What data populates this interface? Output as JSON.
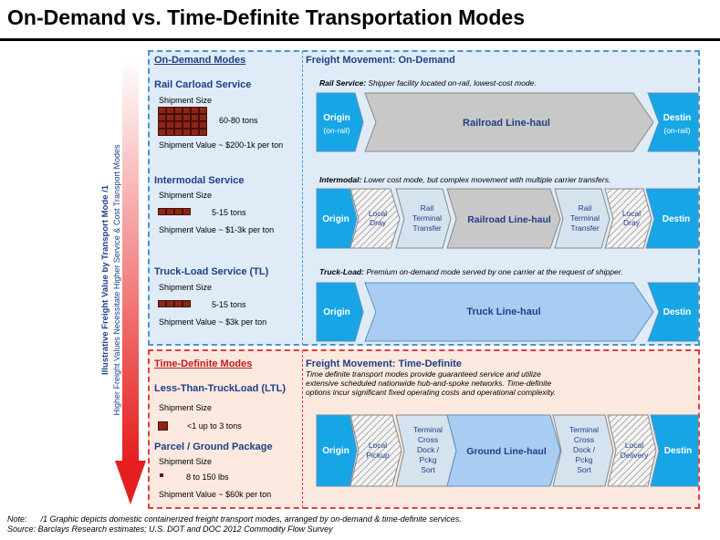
{
  "title": "On-Demand vs. Time-Definite Transportation Modes",
  "axis": {
    "line1": "Illustrative Freight Value by Transport Mode /1",
    "line2": "Higher Freight Values Necessitate Higher Service & Cost Transport Modes"
  },
  "on_demand": {
    "header": "On-Demand Modes",
    "movement_header": "Freight Movement: On-Demand",
    "services": [
      {
        "name": "Rail Carload Service",
        "size_label": "Shipment Size",
        "tons": "60-80 tons",
        "value": "Shipment Value ~ $200-1k per ton",
        "desc_bold": "Rail Service:",
        "desc_rest": " Shipper facility located on-rail, lowest-cost mode.",
        "flow": {
          "origin_line1": "Origin",
          "origin_line2": "(on-rail)",
          "main": "Railroad Line-haul",
          "dest_line1": "Destin",
          "dest_line2": "(on-rail)"
        }
      },
      {
        "name": "Intermodal Service",
        "size_label": "Shipment Size",
        "tons": "5-15 tons",
        "value": "Shipment Value ~ $1-3k per ton",
        "desc_bold": "Intermodal:",
        "desc_rest": " Lower cost mode, but complex movement with multiple carrier transfers.",
        "flow": {
          "origin": "Origin",
          "local1": [
            "Local",
            "Dray"
          ],
          "transfer1": [
            "Rail",
            "Terminal",
            "Transfer"
          ],
          "main": "Railroad Line-haul",
          "transfer2": [
            "Rail",
            "Terminal",
            "Transfer"
          ],
          "local2": [
            "Local",
            "Dray"
          ],
          "dest": "Destin"
        }
      },
      {
        "name": "Truck-Load Service (TL)",
        "size_label": "Shipment Size",
        "tons": "5-15 tons",
        "value": "Shipment Value ~ $3k per ton",
        "desc_bold": "Truck-Load:",
        "desc_rest": " Premium on-demand mode served by one carrier at the request of shipper.",
        "flow": {
          "origin": "Origin",
          "main": "Truck Line-haul",
          "dest": "Destin"
        }
      }
    ]
  },
  "time_definite": {
    "header": "Time-Definite Modes",
    "movement_header": "Freight Movement: Time-Definite",
    "desc_lines": [
      "Time definite transport modes provide guaranteed service and utilize",
      "extensive scheduled nationwide hub-and-spoke networks.  Time-definite",
      "options incur significant fixed operating costs and operational complexity."
    ],
    "ltl": {
      "name": "Less-Than-TruckLoad (LTL)",
      "size_label": "Shipment Size",
      "tons": "<1 up to 3 tons"
    },
    "parcel": {
      "name": "Parcel / Ground Package",
      "size_label": "Shipment Size",
      "lbs": "8 to 150 lbs",
      "value": "Shipment Value ~ $60k per ton"
    },
    "flow": {
      "origin": "Origin",
      "pickup": [
        "Local",
        "Pickup"
      ],
      "terminal1": [
        "Terminal",
        "Cross",
        "Dock /",
        "Pckg",
        "Sort"
      ],
      "main": "Ground Line-haul",
      "terminal2": [
        "Terminal",
        "Cross",
        "Dock /",
        "Pckg",
        "Sort"
      ],
      "delivery": [
        "Local",
        "Delivery"
      ],
      "dest": "Destin"
    }
  },
  "footnote": {
    "note_label": "Note:",
    "note_text": "/1 Graphic depicts domestic containerized freight transport modes, arranged by on-demand & time-definite services.",
    "source_label": "Source:",
    "source_text": " Barclays Research estimates; U.S. DOT and DOC 2012 Commodity Flow Survey"
  },
  "colors": {
    "endpoint": "#16a6e6",
    "rail_main": "#c8c8c8",
    "truck_main": "#a9cdf2",
    "transfer": "#d5e3ef",
    "local_hatch": "#b0b0b0",
    "on_demand_border": "#4a93d0",
    "time_definite_border": "#e23d3d",
    "arrow_red": "#e51f1f"
  }
}
